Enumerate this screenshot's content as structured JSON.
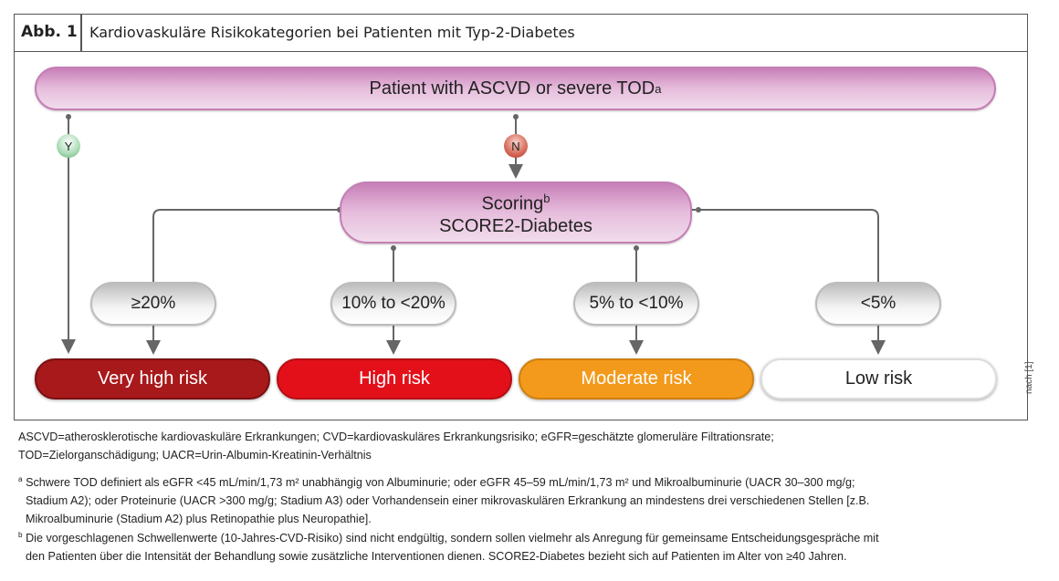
{
  "figure": {
    "label": "Abb. 1",
    "title": "Kardiovaskuläre Risikokategorien bei Patienten mit Typ-2-Diabetes"
  },
  "flow": {
    "start": {
      "text": "Patient with ASCVD or severe TOD",
      "sup": "a"
    },
    "yes": "Y",
    "no": "N",
    "scoring": {
      "line1": "Scoring",
      "sup": "b",
      "line2": "SCORE2-Diabetes"
    },
    "thresholds": [
      "≥20%",
      "10% to <20%",
      "5% to <10%",
      "<5%"
    ],
    "risks": [
      {
        "label": "Very high risk",
        "color": "#a8191b"
      },
      {
        "label": "High risk",
        "color": "#e3101a"
      },
      {
        "label": "Moderate risk",
        "color": "#f39a1c"
      },
      {
        "label": "Low risk",
        "color": "#ffffff"
      }
    ]
  },
  "source": "nach [1]",
  "footnotes": {
    "abbrev": [
      "ASCVD=atherosklerotische kardiovaskuläre Erkrankungen; CVD=kardiovaskuläres Erkrankungsrisiko; eGFR=geschätzte glomeruläre Filtrationsrate;",
      "TOD=Zielorganschädigung; UACR=Urin-Albumin-Kreatinin-Verhältnis"
    ],
    "a": {
      "mark": "a",
      "lines": [
        "Schwere TOD definiert als eGFR <45 mL/min/1,73 m² unabhängig von Albuminurie; oder eGFR 45–59 mL/min/1,73 m² und Mikroalbuminurie (UACR 30–300 mg/g;",
        "Stadium A2); oder Proteinurie (UACR >300 mg/g; Stadium A3) oder Vorhandensein einer mikrovaskulären Erkrankung an mindestens drei verschiedenen Stellen [z.B.",
        "Mikroalbuminurie (Stadium A2) plus Retinopathie plus Neuropathie]."
      ]
    },
    "b": {
      "mark": "b",
      "lines": [
        "Die vorgeschlagenen Schwellenwerte (10-Jahres-CVD-Risiko) sind nicht endgültig, sondern sollen vielmehr als Anregung für gemeinsame Entscheidungsgespräche mit",
        "den Patienten über die Intensität der Behandlung sowie zusätzliche Interventionen dienen. SCORE2-Diabetes bezieht sich auf Patienten im Alter von ≥40 Jahren."
      ]
    }
  }
}
